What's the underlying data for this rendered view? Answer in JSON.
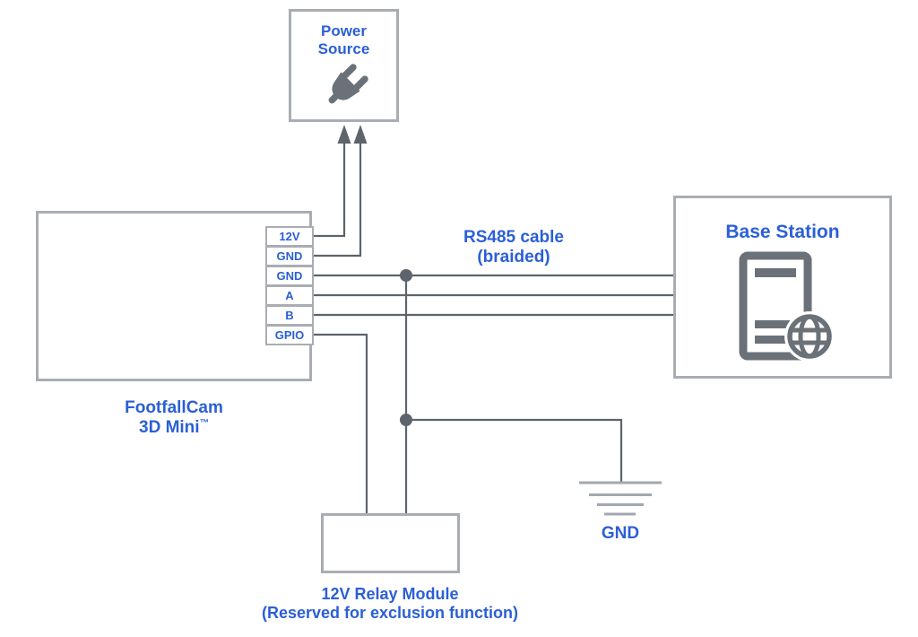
{
  "colors": {
    "accent_blue": "#2b5fd6",
    "box_border": "#a9adb3",
    "wire_gray": "#5e646b",
    "icon_gray": "#6b7178"
  },
  "power_source": {
    "title_line1": "Power",
    "title_line2": "Source",
    "icon": "power-plug-icon"
  },
  "footfallcam": {
    "caption_line1": "FootfallCam",
    "caption_line2": "3D Mini",
    "trademark": "TM",
    "pins": [
      "12V",
      "GND",
      "GND",
      "A",
      "B",
      "GPIO"
    ]
  },
  "rs485_label": {
    "line1": "RS485 cable",
    "line2": "(braided)"
  },
  "base_station": {
    "title": "Base Station",
    "icon": "base-station-device-icon"
  },
  "ground": {
    "label": "GND"
  },
  "relay": {
    "caption_line1": "12V Relay Module",
    "caption_line2": "(Reserved for exclusion function)"
  }
}
